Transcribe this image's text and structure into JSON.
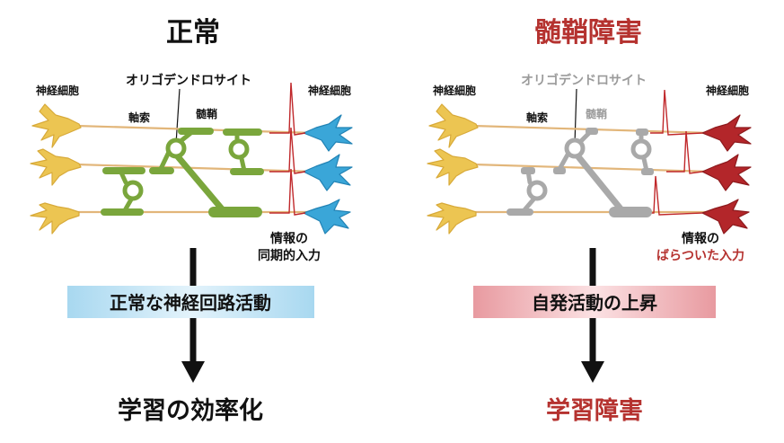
{
  "left": {
    "title": "正常",
    "oligo_label": "オリゴデンドロサイト",
    "neuron_left_label": "神経細胞",
    "neuron_right_label": "神経細胞",
    "axon_label": "軸索",
    "myelin_label": "髄鞘",
    "input_line1": "情報の",
    "input_line2": "同期的入力",
    "banner": "正常な神経回路活動",
    "result": "学習の効率化"
  },
  "right": {
    "title": "髄鞘障害",
    "oligo_label": "オリゴデンドロサイト",
    "neuron_left_label": "神経細胞",
    "neuron_right_label": "神経細胞",
    "axon_label": "軸索",
    "myelin_label": "髄鞘",
    "input_line1": "情報の",
    "input_line2": "ばらついた入力",
    "banner": "自発活動の上昇",
    "result": "学習障害"
  },
  "colors": {
    "normal_title": "#111111",
    "damage_title": "#b5322f",
    "myelin_normal": "#7aa63c",
    "myelin_damaged": "#a9a9a9",
    "neuron_input": "#ecc552",
    "neuron_output_normal": "#3aa6d8",
    "neuron_output_damaged": "#b3262a",
    "axon": "#e2b67a",
    "spike": "#c0282b",
    "banner_normal": "#bfe3f5",
    "banner_damage": "#ecaeb2"
  }
}
